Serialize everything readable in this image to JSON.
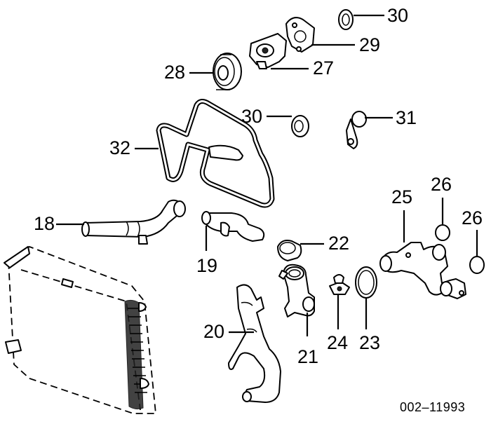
{
  "callouts": {
    "c18": "18",
    "c19": "19",
    "c20": "20",
    "c21": "21",
    "c22": "22",
    "c23": "23",
    "c24": "24",
    "c25": "25",
    "c26a": "26",
    "c26b": "26",
    "c27": "27",
    "c28": "28",
    "c29": "29",
    "c30a": "30",
    "c30b": "30",
    "c31": "31",
    "c32": "32"
  },
  "catalog_number": "002–11993"
}
